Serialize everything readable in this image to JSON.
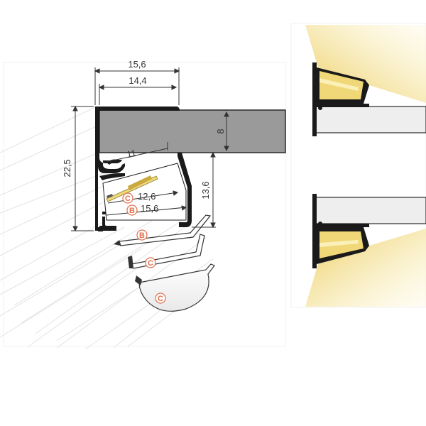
{
  "dimensions": {
    "width_outer": "15,6",
    "width_inner": "14,4",
    "height_total": "22,5",
    "panel_thickness": "8",
    "slot_depth": "11",
    "height_lower": "13,6",
    "led_width_c": "12,6",
    "led_width_b": "15,6"
  },
  "badges": {
    "c1": "C",
    "b1": "B",
    "b2": "B",
    "c2": "C",
    "c3": "C"
  },
  "colors": {
    "profile": "#1a1a1a",
    "panel": "#9a9a9a",
    "panel_light": "#eeeeee",
    "light_glow": "#f3e29a",
    "led_strip": "#f0d778",
    "badge": "#e07050",
    "lines": "#444444"
  }
}
